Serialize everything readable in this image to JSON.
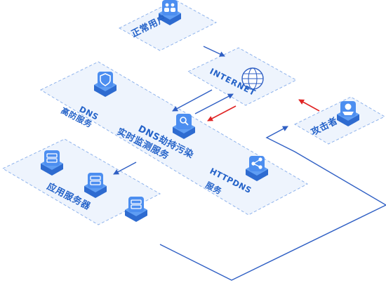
{
  "nodes": {
    "normal_user": "正常用户",
    "internet": "INTERNET",
    "attacker": "攻击者",
    "dns_line1": "DNS",
    "dns_line2": "高防服务",
    "hijack_line1": "DNS劫持污染",
    "hijack_line2": "实时监测服务",
    "httpdns_line1": "HTTPDNS",
    "httpdns_line2": "服务",
    "app_servers": "应用服务器"
  },
  "icons": {
    "normal_user": "users-icon",
    "internet": "globe-icon",
    "attacker": "hacker-icon",
    "dns": "shield-icon",
    "hijack": "monitor-search-icon",
    "httpdns": "share-network-icon",
    "server": "server-icon"
  },
  "colors": {
    "panel_fill": "#eef4fd",
    "panel_border": "#8fb3ec",
    "label": "#2563c9",
    "connector": "#2f5fc4",
    "attack_arrow": "#e02424",
    "icon_face": "#4c8ef0",
    "icon_side": "#2e6bd0"
  }
}
